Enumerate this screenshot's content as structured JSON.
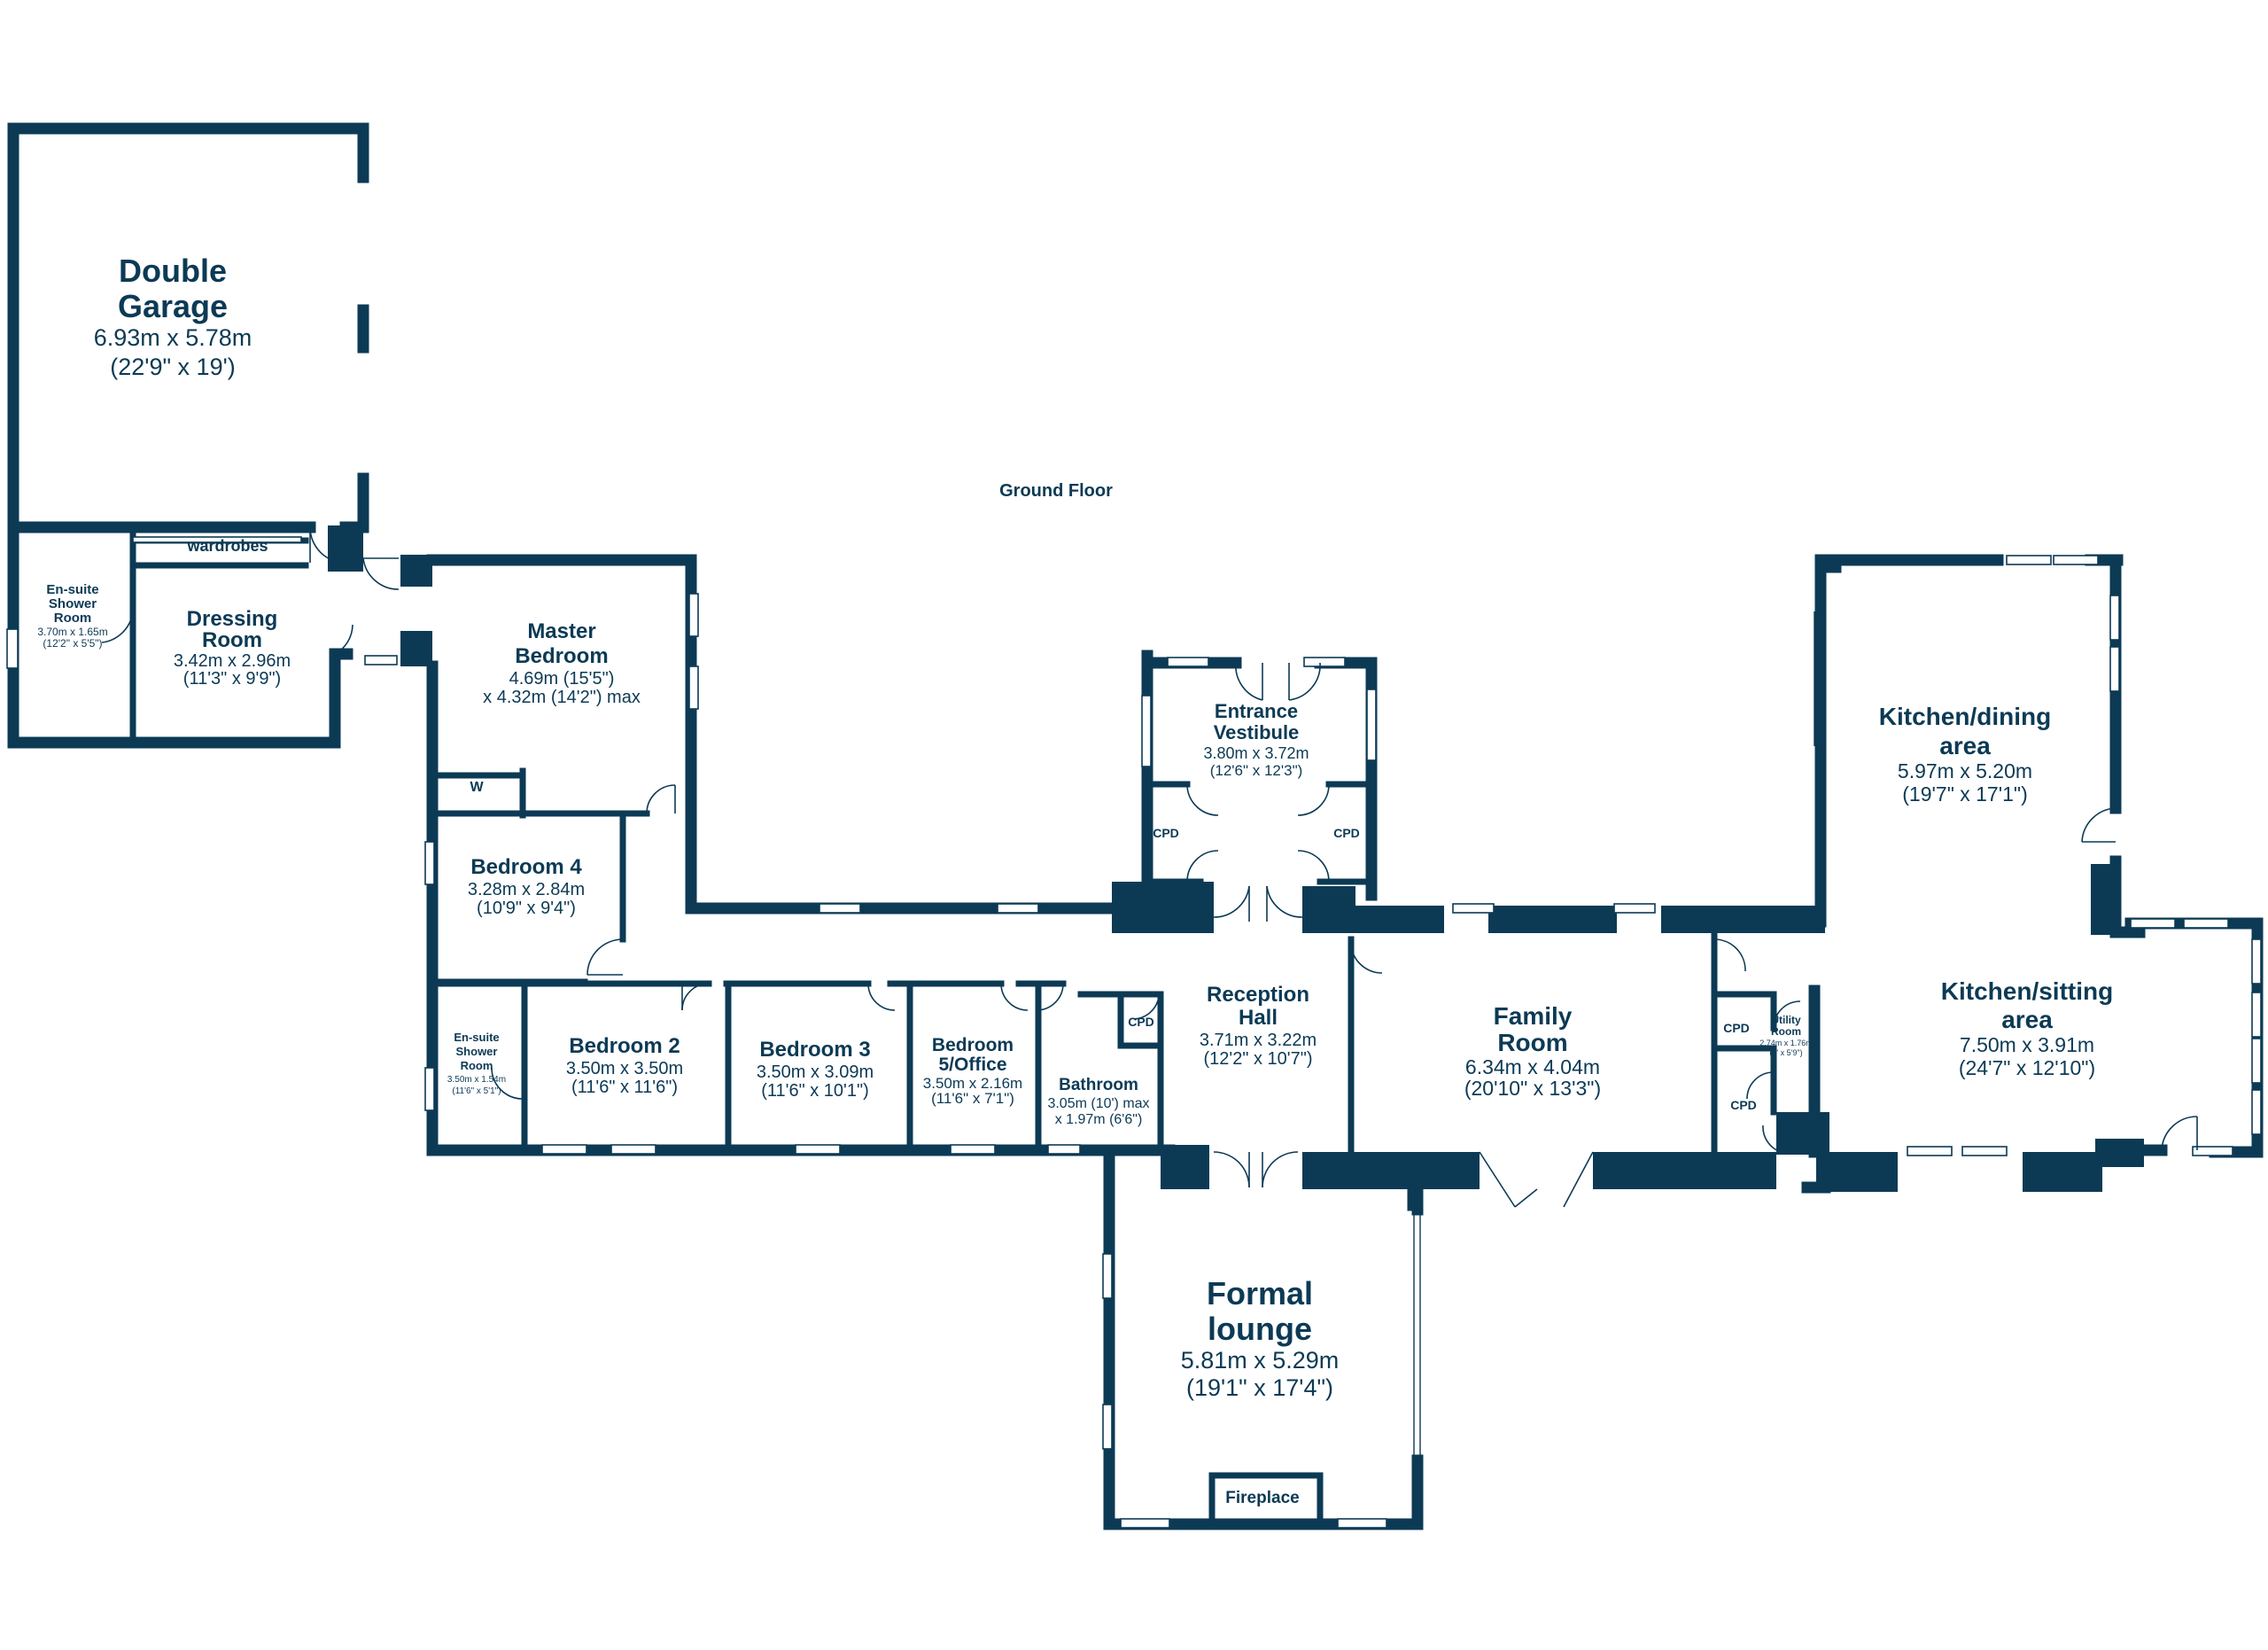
{
  "floor_label": "Ground Floor",
  "rooms": {
    "double_garage": {
      "name_1": "Double",
      "name_2": "Garage",
      "dim_m": "6.93m x 5.78m",
      "dim_ft": "(22'9\" x 19')"
    },
    "ensuite_shower_1": {
      "name_1": "En-suite",
      "name_2": "Shower",
      "name_3": "Room",
      "dim_m": "3.70m x 1.65m",
      "dim_ft": "(12'2\" x 5'5\")"
    },
    "dressing_room": {
      "name_1": "Dressing",
      "name_2": "Room",
      "dim_m": "3.42m x 2.96m",
      "dim_ft": "(11'3\" x 9'9\")"
    },
    "wardrobes": {
      "name": "wardrobes"
    },
    "master_bedroom": {
      "name_1": "Master",
      "name_2": "Bedroom",
      "dim_1": "4.69m (15'5\")",
      "dim_2": "x 4.32m (14'2\") max"
    },
    "w": {
      "name": "W"
    },
    "bedroom_4": {
      "name": "Bedroom 4",
      "dim_m": "3.28m x 2.84m",
      "dim_ft": "(10'9\" x 9'4\")"
    },
    "ensuite_shower_2": {
      "name_1": "En-suite",
      "name_2": "Shower",
      "name_3": "Room",
      "dim_m": "3.50m x 1.54m",
      "dim_ft": "(11'6\" x 5'1\")"
    },
    "bedroom_2": {
      "name": "Bedroom 2",
      "dim_m": "3.50m x 3.50m",
      "dim_ft": "(11'6\" x 11'6\")"
    },
    "bedroom_3": {
      "name": "Bedroom 3",
      "dim_m": "3.50m x 3.09m",
      "dim_ft": "(11'6\" x 10'1\")"
    },
    "bedroom_5": {
      "name_1": "Bedroom",
      "name_2": "5/Office",
      "dim_m": "3.50m x 2.16m",
      "dim_ft": "(11'6\" x 7'1\")"
    },
    "bathroom": {
      "name": "Bathroom",
      "dim_1": "3.05m (10') max",
      "dim_2": "x 1.97m (6'6\")"
    },
    "entrance_vestibule": {
      "name_1": "Entrance",
      "name_2": "Vestibule",
      "dim_m": "3.80m x 3.72m",
      "dim_ft": "(12'6\" x 12'3\")"
    },
    "reception_hall": {
      "name_1": "Reception",
      "name_2": "Hall",
      "dim_m": "3.71m x 3.22m",
      "dim_ft": "(12'2\" x 10'7\")"
    },
    "family_room": {
      "name_1": "Family",
      "name_2": "Room",
      "dim_m": "6.34m x 4.04m",
      "dim_ft": "(20'10\" x 13'3\")"
    },
    "formal_lounge": {
      "name_1": "Formal",
      "name_2": "lounge",
      "dim_m": "5.81m x 5.29m",
      "dim_ft": "(19'1\" x 17'4\")"
    },
    "fireplace": {
      "name": "Fireplace"
    },
    "kitchen_dining": {
      "name_1": "Kitchen/dining",
      "name_2": "area",
      "dim_m": "5.97m x 5.20m",
      "dim_ft": "(19'7\" x 17'1\")"
    },
    "kitchen_sitting": {
      "name_1": "Kitchen/sitting",
      "name_2": "area",
      "dim_m": "7.50m x 3.91m",
      "dim_ft": "(24'7\" x 12'10\")"
    },
    "utility_room": {
      "name_1": "Utility",
      "name_2": "Room",
      "dim_m": "2.74m x 1.76m",
      "dim_ft": "(9' x 5'9\")"
    }
  },
  "cupboards": {
    "cpd_label": "CPD"
  },
  "colors": {
    "wall": "#0c3a55",
    "background": "#ffffff"
  }
}
